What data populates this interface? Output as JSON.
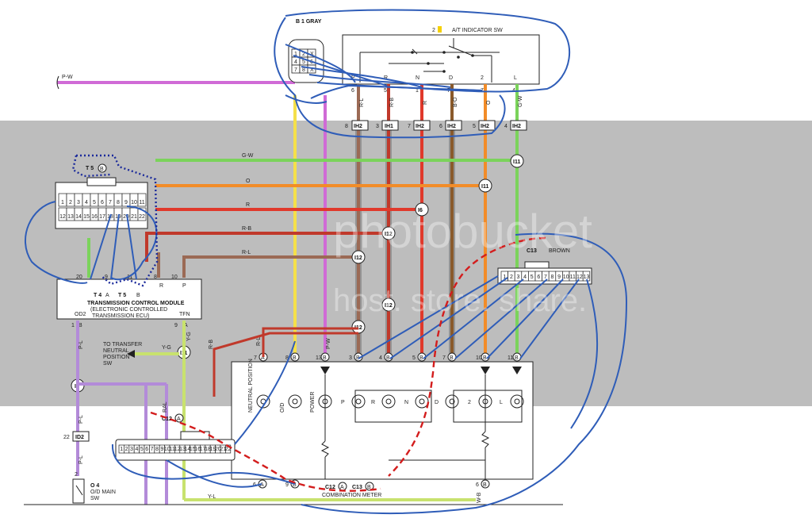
{
  "watermark": {
    "brand": "photobucket",
    "tagline": "host. store. share."
  },
  "top_connector": {
    "code": "B 1 GRAY",
    "pins": [
      "1",
      "2",
      "X",
      "4",
      "5",
      "6",
      "7",
      "8",
      "X"
    ]
  },
  "at_switch": {
    "title": "A/T INDICATOR SW",
    "pin_num": "2",
    "positions": [
      "P",
      "R",
      "N",
      "D",
      "2",
      "L"
    ],
    "pins": [
      "6",
      "5",
      "1",
      "7",
      "7",
      "4"
    ],
    "wires": [
      "R-L",
      "R-B",
      "R",
      "B-O",
      "O",
      "G-W"
    ]
  },
  "ih_connectors": [
    {
      "pin": "8",
      "code": "IH2"
    },
    {
      "pin": "3",
      "code": "IH1"
    },
    {
      "pin": "7",
      "code": "IH2"
    },
    {
      "pin": "6",
      "code": "IH2"
    },
    {
      "pin": "5",
      "code": "IH2"
    },
    {
      "pin": "4",
      "code": "IH2"
    }
  ],
  "left_wire": "P-W",
  "ecu_connector": {
    "code": "T 5",
    "pin": "B",
    "pins_top": [
      "1",
      "2",
      "3",
      "4",
      "5",
      "6",
      "7",
      "8",
      "9",
      "10",
      "11"
    ],
    "pins_bottom": [
      "12",
      "13",
      "14",
      "15",
      "16",
      "17",
      "18",
      "19",
      "20",
      "21",
      "22"
    ]
  },
  "h_wires": [
    "G-W",
    "O",
    "R",
    "R-B",
    "R-L"
  ],
  "junctions": [
    "I11",
    "I11",
    "I6",
    "I12",
    "I12",
    "I12",
    "I12",
    "I11",
    "I4"
  ],
  "tcm": {
    "title": "TRANSMISSION CONTROL MODULE",
    "subtitle": "(ELECTRONIC CONTROLLED",
    "subtitle2": "TRANSMISSION ECU)",
    "pins_top": [
      [
        "20",
        "B"
      ],
      [
        "9",
        "B"
      ],
      [
        "11",
        "B"
      ],
      [
        "8",
        "B"
      ],
      [
        "10",
        "B"
      ]
    ],
    "pin_r": "R",
    "pin_p": "P",
    "c1": "T 4",
    "c1p": "A",
    "c2": "T 5",
    "c2p": "B",
    "od2": "OD2",
    "tfn": "TFN",
    "pin1": "1",
    "pin1p": "B",
    "pin9": "9",
    "pin9p": "A"
  },
  "transfer": {
    "line1": "TO TRANSFER",
    "line2": "NEUTRAL",
    "line3": "POSITION",
    "line4": "SW",
    "wire": "Y-G"
  },
  "c13": {
    "code": "C13",
    "label": "BROWN",
    "pins": [
      "1",
      "2",
      "3",
      "4",
      "5",
      "6",
      "7",
      "8",
      "9",
      "10",
      "11",
      "12",
      "13"
    ]
  },
  "c12": {
    "code": "C12",
    "pin": "A",
    "pins": [
      "1",
      "2",
      "3",
      "4",
      "5",
      "6",
      "7",
      "8",
      "9",
      "10",
      "11",
      "12",
      "13",
      "14",
      "15",
      "16",
      "17",
      "18",
      "19",
      "20",
      "21",
      "22"
    ]
  },
  "meter": {
    "title": "COMBINATION METER",
    "top_pins": [
      [
        "7",
        "A"
      ],
      [
        "8",
        "B"
      ],
      [
        "13",
        "B"
      ],
      [
        "3",
        "B"
      ],
      [
        "4",
        "B"
      ],
      [
        "5",
        "B"
      ],
      [
        "7",
        "B"
      ],
      [
        "10",
        "B"
      ],
      [
        "11",
        "B"
      ]
    ],
    "bottom_pins": [
      [
        "6",
        "A"
      ],
      [
        "9",
        "B"
      ],
      [
        "6",
        "B"
      ]
    ],
    "c12": "C12",
    "c12p": "A",
    "c13": "C13",
    "c13p": "B",
    "lamps": [
      "NEUTRAL POSITION",
      "O/D",
      "POWER",
      "P",
      "R",
      "N",
      "D",
      "2",
      "L"
    ]
  },
  "left_bottom": {
    "id2": "ID2",
    "id2_pin": "22",
    "pl": "P-L",
    "sw": "O 4",
    "sw_title": "O/D MAIN",
    "sw_title2": "SW",
    "pin2": "2"
  },
  "misc_wires": [
    "Y-G",
    "R-B",
    "R-L",
    "R-B",
    "R",
    "B-O",
    "O",
    "G-W",
    "P-W",
    "Y-L",
    "W-B",
    "RAL"
  ]
}
